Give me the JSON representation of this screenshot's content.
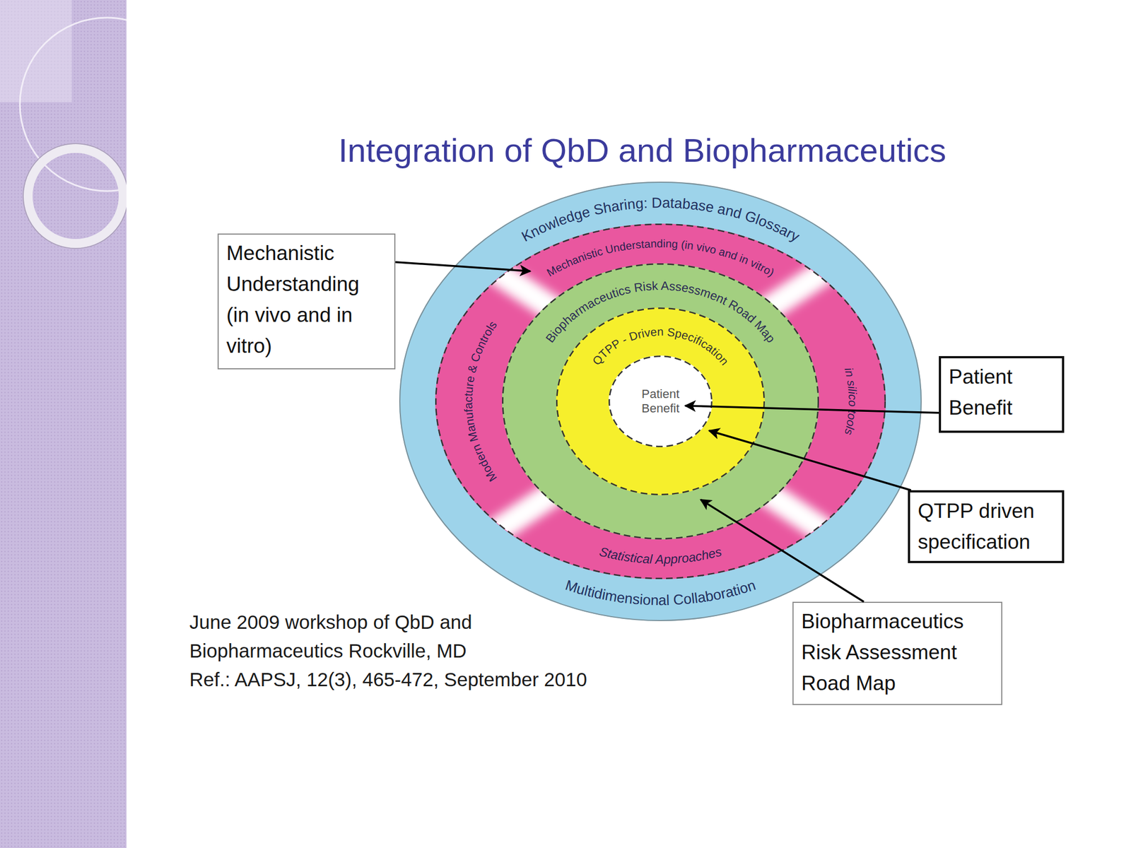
{
  "diagram": {
    "title": "Integration of QbD and Biopharmaceutics",
    "caption": "June 2009 workshop of QbD and Biopharmaceutics Rockville, MD",
    "nodes": [
      {
        "text": [
          "Mechanistic Understanding (in vivo and in vitro)"
        ]
      },
      {
        "text": [
          "Knowledge Sharing: Database and Glossary",
          "Multidimensional Collaboration"
        ]
      },
      {
        "text": [
          "Mechanistic Understanding (in vivo and in vitro)",
          "Modern Manufacture & Controls",
          "in silico tools",
          "Statistical Approaches"
        ],
        "in": 1
      },
      {
        "text": [
          "Biopharmaceutics Risk Assessment Road Map"
        ],
        "in": 2
      },
      {
        "text": [
          "QTPP - Driven Specification"
        ],
        "in": 3
      },
      {
        "text": [
          "Patient Benefit"
        ],
        "in": 4
      },
      {
        "text": [
          "Patient Benefit"
        ]
      },
      {
        "text": [
          "QTPP driven specification"
        ]
      },
      {
        "text": [
          "Biopharmaceutics Risk Assessment Road Map"
        ]
      }
    ],
    "edges": [
      {
        "from": 0,
        "to": 2,
        "arrow": "to"
      },
      {
        "from": 6,
        "to": 5,
        "arrow": "to"
      },
      {
        "from": 7,
        "to": 4,
        "arrow": "to"
      },
      {
        "from": 8,
        "to": 3,
        "arrow": "to"
      }
    ],
    "labels": [
      "Ref.: AAPSJ, 12(3), 465-472, September 2010"
    ]
  }
}
